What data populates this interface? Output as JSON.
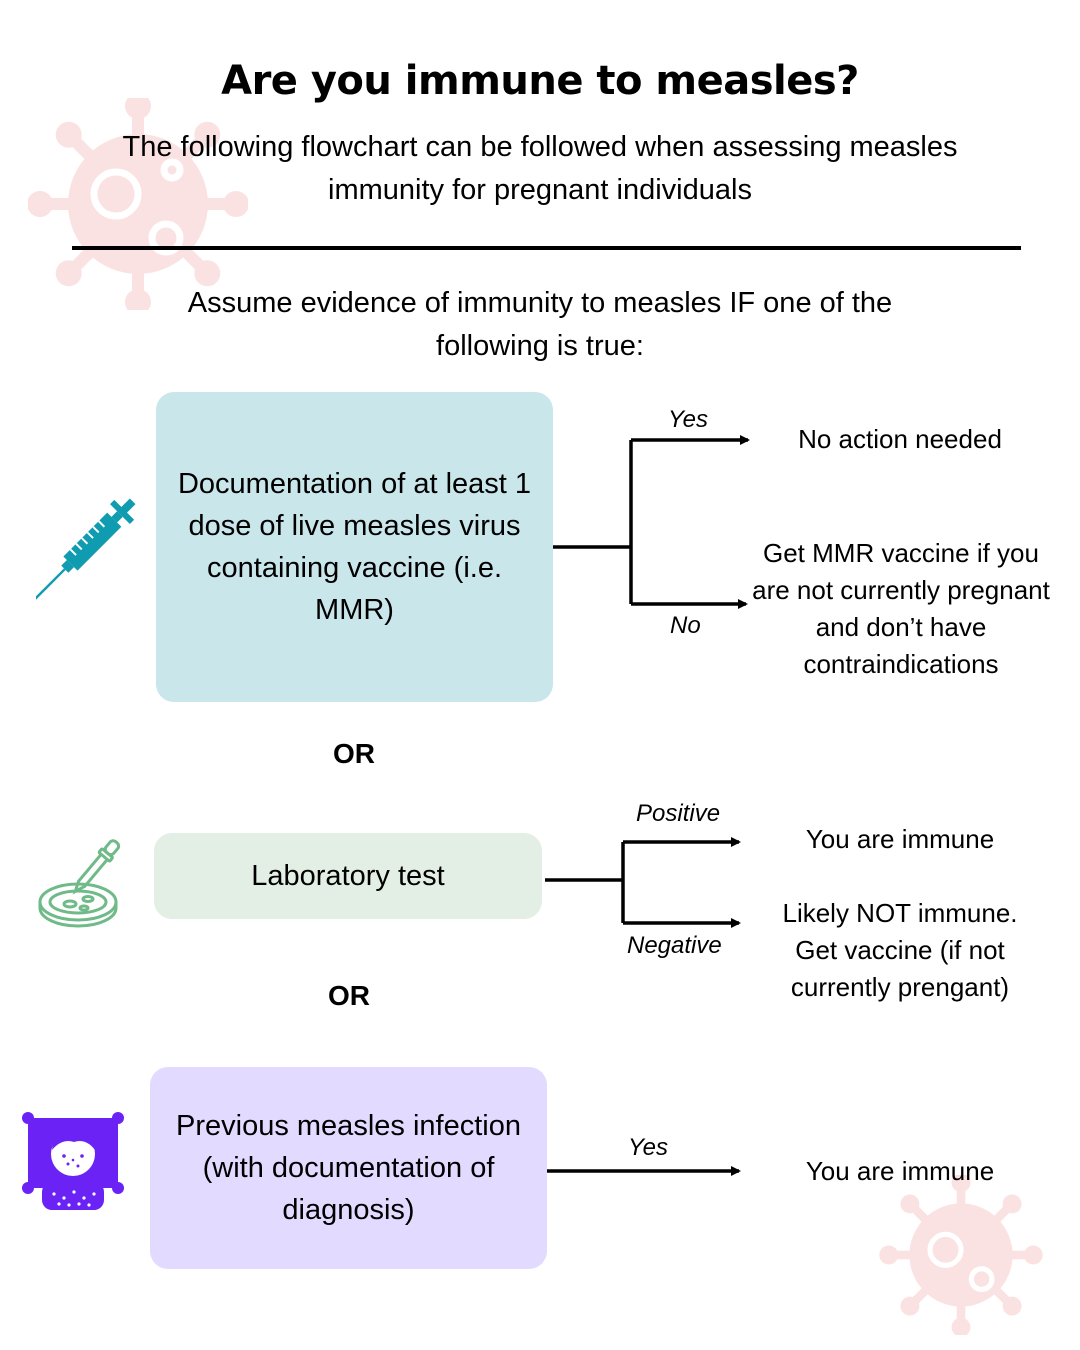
{
  "title": "Are you immune to measles?",
  "subtitle": "The following flowchart can be followed when assessing measles immunity for pregnant individuals",
  "intro": "Assume evidence of immunity to measles IF one of the following is true:",
  "connector_word": "OR",
  "colors": {
    "box_vaccine": "#c9e6eb",
    "box_lab": "#e3efe5",
    "box_infection": "#e3daff",
    "syringe": "#0f9bb0",
    "petri": "#6fba88",
    "patient": "#6a22f5",
    "virus": "#fbe2e2"
  },
  "icons": [
    "virus-icon",
    "syringe-icon",
    "petri-dish-icon",
    "sick-patient-icon"
  ],
  "criteria": [
    {
      "text": "Documentation of at least 1 dose of live measles virus containing vaccine (i.e. MMR)",
      "branches": [
        {
          "label": "Yes",
          "outcome": "No action needed"
        },
        {
          "label": "No",
          "outcome": "Get MMR vaccine if you are not currently pregnant and don’t have contraindications"
        }
      ]
    },
    {
      "text": "Laboratory test",
      "branches": [
        {
          "label": "Positive",
          "outcome": "You are immune"
        },
        {
          "label": "Negative",
          "outcome": "Likely NOT immune. Get vaccine (if not currently prengant)"
        }
      ]
    },
    {
      "text": "Previous measles infection (with documentation of diagnosis)",
      "branches": [
        {
          "label": "Yes",
          "outcome": "You are immune"
        }
      ]
    }
  ]
}
